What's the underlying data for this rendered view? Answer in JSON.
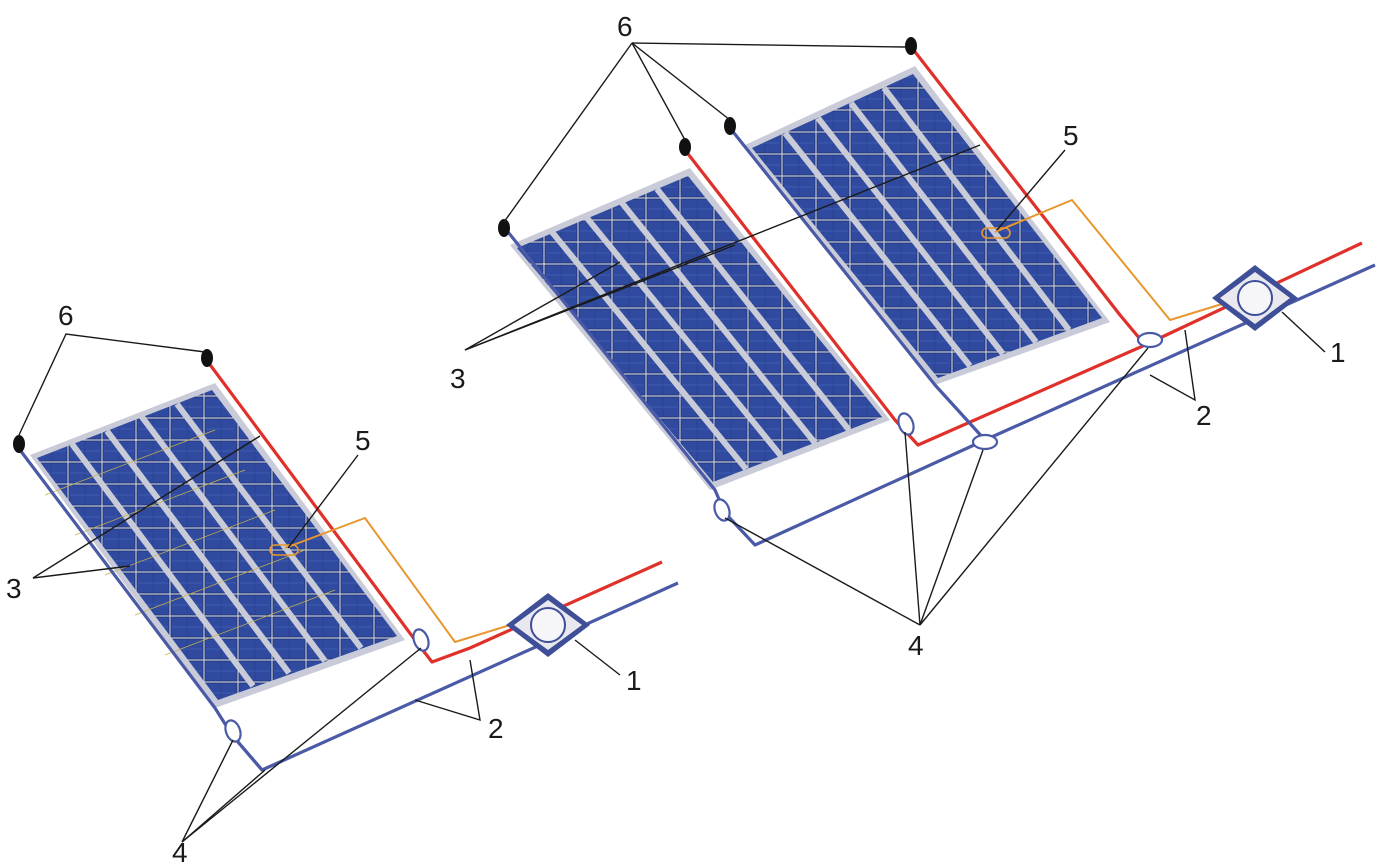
{
  "colors": {
    "supply": "#e0302a",
    "return": "#4a5aa6",
    "sensor": "#e8962e",
    "cell": "#2f4a9e",
    "frame": "#c9ccd8"
  },
  "callouts": {
    "left_6": "6",
    "left_5": "5",
    "left_3": "3",
    "left_1": "1",
    "left_2": "2",
    "left_4": "4",
    "right_6": "6",
    "right_5": "5",
    "right_3": "3",
    "right_1": "1",
    "right_2": "2",
    "right_4": "4"
  }
}
